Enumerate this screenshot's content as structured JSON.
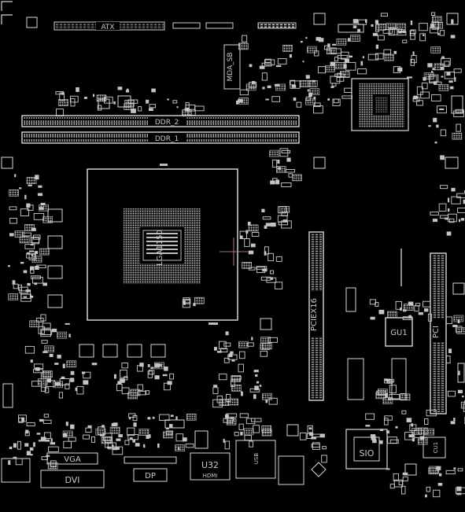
{
  "colors": {
    "background": "#000000",
    "silk": "#d8d8d8",
    "pad": "#bdbdbd",
    "dim": "#6f6f6f"
  },
  "labels": {
    "atx": "ATX",
    "mda_sb": "MDA_SB",
    "ddr2": "DDR_2",
    "ddr1": "DDR_1",
    "cpu": "LGA1150",
    "pciex16": "PCIEX16",
    "pci": "PCI",
    "gu1": "GU1",
    "sio": "SIO",
    "vga": "VGA",
    "dvi": "DVI",
    "hdmi": "HDMI",
    "u32": "U32",
    "dp": "DP",
    "usb": "USB",
    "cu1": "CU1"
  }
}
